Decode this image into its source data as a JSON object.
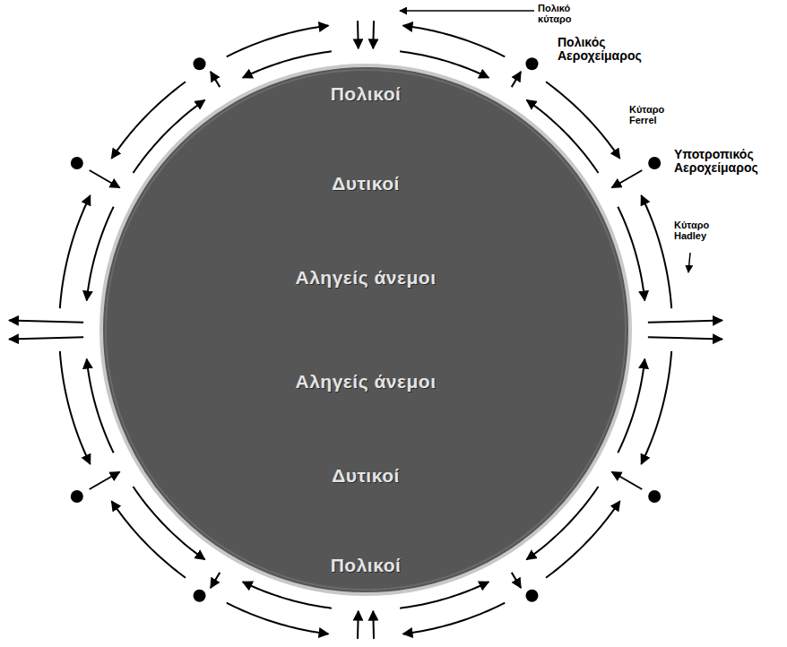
{
  "diagram": {
    "nodes": [
      {
        "text": [
          "Πολικοί",
          "Δυτικοί",
          "Αληγείς άνεμοι",
          "Αληγείς άνεμοι",
          "Δυτικοί",
          "Πολικοί"
        ]
      }
    ],
    "labels": [
      "Πολικό κύταρο",
      "Πολικός Αεροχείμαρος",
      "Κύταρο Ferrel",
      "Υποτροπικός Αεροχείμαρος",
      "Κύταρο Hadley"
    ]
  }
}
